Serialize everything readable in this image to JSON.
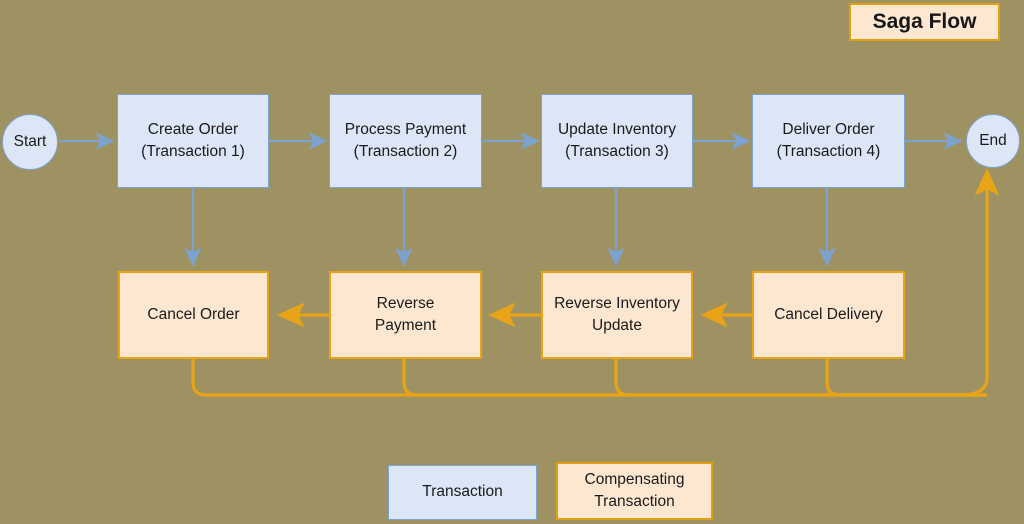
{
  "diagram": {
    "title": "Saga Flow",
    "background_color": "#9e9263",
    "transaction_color": "#dce6f7",
    "transaction_border": "#7ca2cf",
    "compensating_color": "#fde7d0",
    "compensating_border": "#e8a317"
  },
  "terminals": {
    "start": "Start",
    "end": "End"
  },
  "transactions": [
    {
      "line1": "Create Order",
      "line2": "(Transaction 1)"
    },
    {
      "line1": "Process Payment",
      "line2": "(Transaction 2)"
    },
    {
      "line1": "Update Inventory",
      "line2": "(Transaction 3)"
    },
    {
      "line1": "Deliver Order",
      "line2": "(Transaction 4)"
    }
  ],
  "compensations": [
    {
      "line1": "Cancel Order",
      "line2": ""
    },
    {
      "line1": "Reverse",
      "line2": "Payment"
    },
    {
      "line1": "Reverse Inventory",
      "line2": "Update"
    },
    {
      "line1": "Cancel Delivery",
      "line2": ""
    }
  ],
  "legend": [
    {
      "label": "Transaction",
      "type": "transaction"
    },
    {
      "label_line1": "Compensating",
      "label_line2": "Transaction",
      "type": "compensating"
    }
  ]
}
